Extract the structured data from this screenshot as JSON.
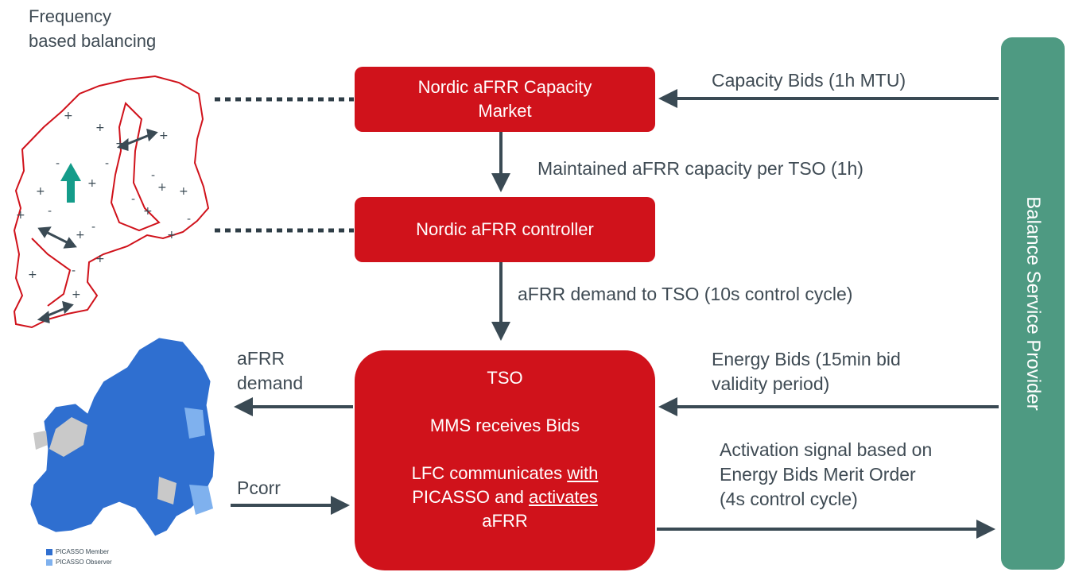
{
  "left_title": "Frequency\nbased balancing",
  "boxes": {
    "capacity_market": "Nordic aFRR Capacity\nMarket",
    "controller": "Nordic aFRR controller",
    "tso_title": "TSO",
    "tso_mms": "MMS receives Bids",
    "tso_lfc_pre": "LFC communicates ",
    "tso_lfc_with": "with",
    "tso_picasso_pre": "PICASSO and ",
    "tso_activates": "activates",
    "tso_afrr": "aFRR"
  },
  "provider": "Balance Service Provider",
  "labels": {
    "capacity_bids": "Capacity Bids (1h MTU)",
    "maintained": "Maintained aFRR capacity per TSO (1h)",
    "demand_to_tso": "aFRR demand to TSO (10s control cycle)",
    "energy_bids": "Energy Bids (15min bid\nvalidity period)",
    "activation": "Activation signal based on\nEnergy Bids Merit Order\n(4s control cycle)",
    "afrr_demand": "aFRR\ndemand",
    "pcorr": "Pcorr"
  },
  "legend": {
    "member": "PICASSO Member",
    "observer": "PICASSO Observer"
  },
  "colors": {
    "red": "#d0121b",
    "green": "#4e9a82",
    "arrow": "#3a4a54",
    "member_blue": "#2f6fd0",
    "observer_blue": "#7fb1ee"
  }
}
